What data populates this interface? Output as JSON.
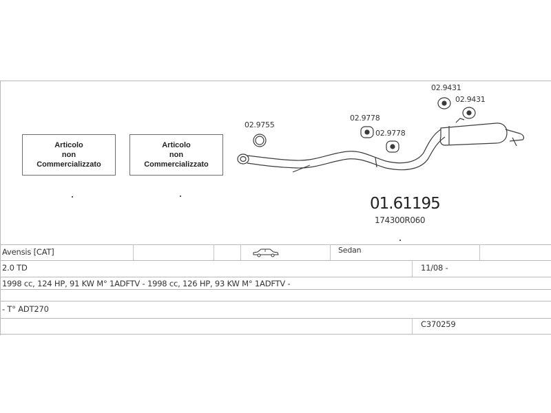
{
  "diagram": {
    "not_available_boxes": [
      {
        "line1": "Articolo",
        "line2": "non",
        "line3": "Commercializzato"
      },
      {
        "line1": "Articolo",
        "line2": "non",
        "line3": "Commercializzato"
      }
    ],
    "parts": {
      "clamp_front": "02.9755",
      "hanger_a": "02.9778",
      "hanger_b": "02.9778",
      "rubber_a": "02.9431",
      "rubber_b": "02.9431"
    },
    "main_code": "01.61195",
    "oem_code": "174300R060"
  },
  "vehicle": {
    "model": "Avensis  [CAT]",
    "body_icon": "sedan-car-icon",
    "body_type": "Sedan",
    "engine": "2.0 TD",
    "date": "11/08 -",
    "specs": "1998 cc, 124 HP, 91 KW M° 1ADFTV - 1998 cc, 126 HP, 93 KW M° 1ADFTV -",
    "type_code": "- T° ADT270",
    "catalog_code": "C370259"
  },
  "colors": {
    "line": "#b8b8b8",
    "drawing": "#3a3a3a"
  }
}
